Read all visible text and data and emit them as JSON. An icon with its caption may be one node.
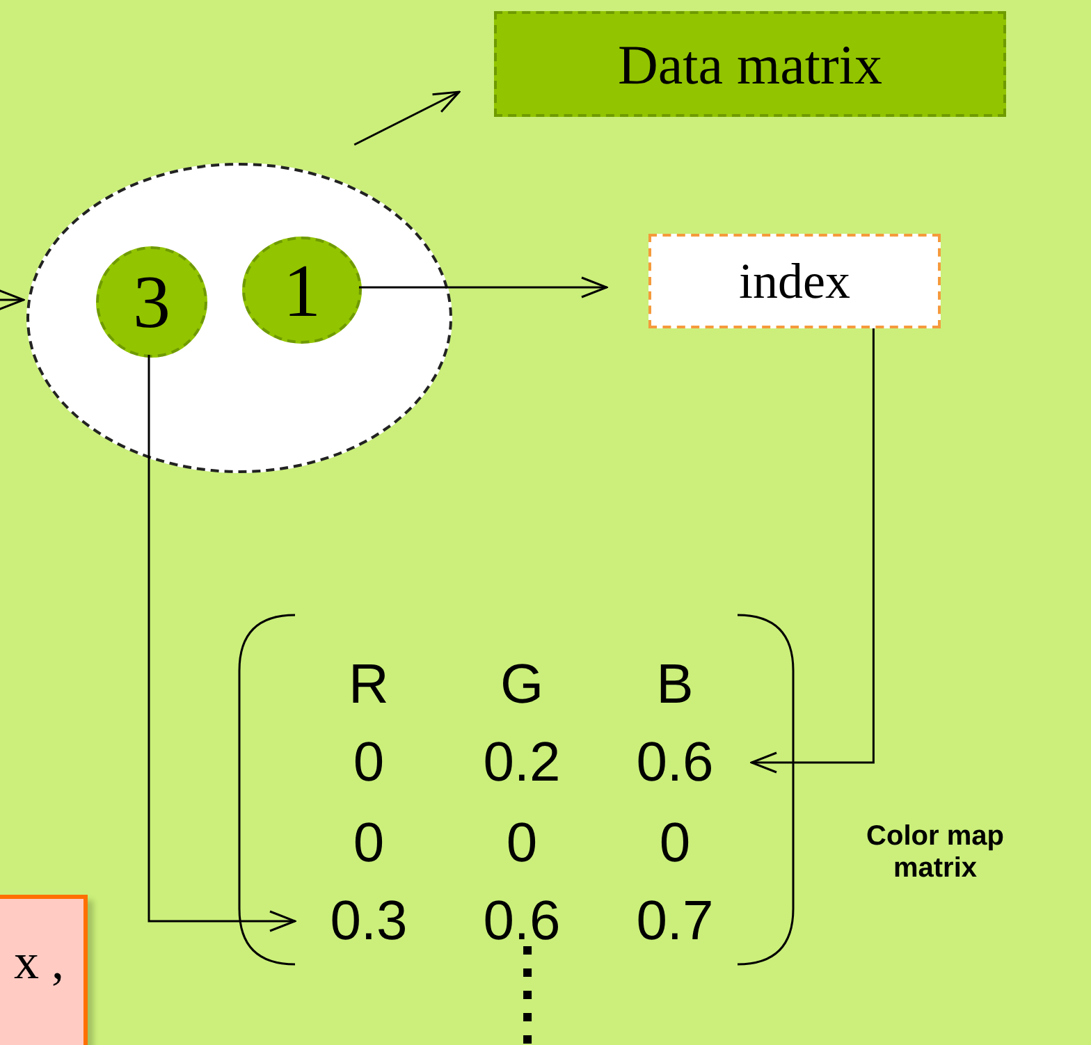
{
  "diagram": {
    "nodes": [
      {
        "text": [
          "Data matrix"
        ]
      },
      {
        "text": [],
        "shape": "circle"
      },
      {
        "text": [
          "3"
        ],
        "in": 1
      },
      {
        "text": [
          "1"
        ],
        "in": 1
      },
      {
        "text": [
          "index"
        ]
      },
      {
        "text": [],
        "shape": "matrix",
        "beside": [
          "Color map matrix"
        ]
      },
      {
        "text": [
          "R",
          "G",
          "B"
        ],
        "in": 5
      },
      {
        "text": [
          "0",
          "0.2",
          "0.6"
        ],
        "in": 5
      },
      {
        "text": [
          "0",
          "0",
          "0"
        ],
        "in": 5
      },
      {
        "text": [
          "0.3",
          "0.6",
          "0.7"
        ],
        "in": 5
      },
      {
        "text": [
          "x ,"
        ]
      }
    ],
    "edges": [
      {
        "from": 1,
        "to": 0,
        "arrow": "to"
      },
      {
        "from": 3,
        "to": 4,
        "arrow": "to"
      },
      {
        "from": 4,
        "to": 7,
        "arrow": "to"
      },
      {
        "from": 2,
        "to": 9,
        "arrow": "to"
      },
      {
        "from": null,
        "to": 1,
        "arrow": "to"
      },
      {
        "from": 5,
        "to": null,
        "arrow": "none",
        "style": "dashed"
      }
    ]
  }
}
